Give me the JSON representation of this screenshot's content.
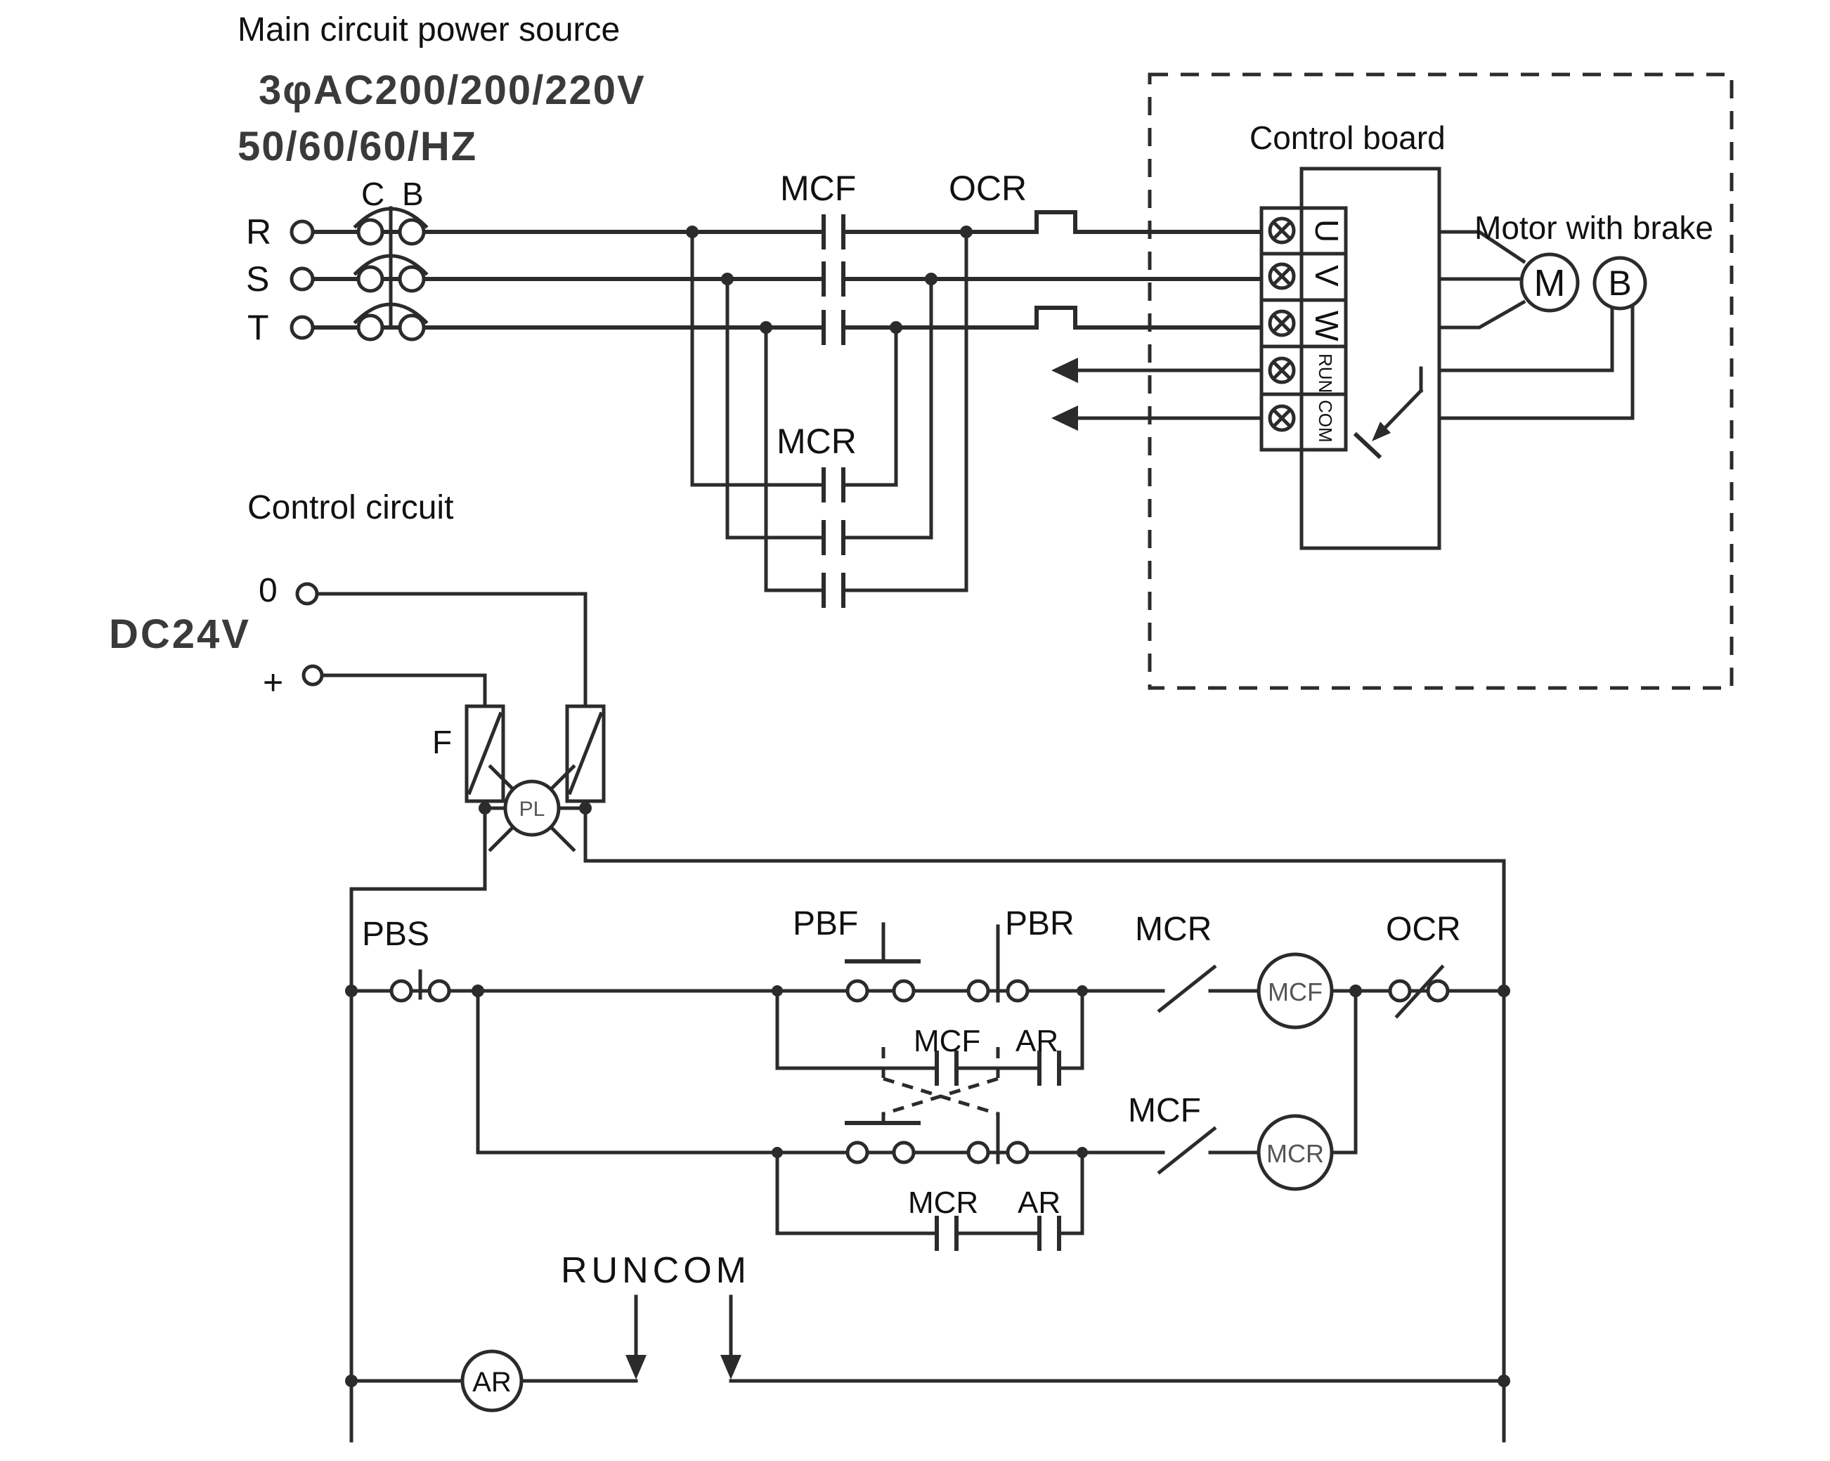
{
  "main_circuit": {
    "title": "Main circuit power source",
    "voltage": "3φAC200/200/220V",
    "frequency": "50/60/60/HZ",
    "breaker_label": "C B",
    "phase_r": "R",
    "phase_s": "S",
    "phase_t": "T",
    "forward_contactor": "MCF",
    "overcurrent_relay": "OCR",
    "reverse_contactor": "MCR"
  },
  "control_board": {
    "title": "Control board",
    "terminal_u": "U",
    "terminal_v": "V",
    "terminal_w": "W",
    "terminal_run": "RUN",
    "terminal_com": "COM"
  },
  "motor": {
    "title": "Motor with brake",
    "motor_label": "M",
    "brake_label": "B"
  },
  "control_circuit": {
    "title": "Control circuit",
    "supply": "DC24V",
    "zero_terminal": "0",
    "plus_terminal": "+",
    "fuse": "F",
    "pilot_lamp": "PL",
    "stop_button": "PBS",
    "forward_button": "PBF",
    "reverse_button": "PBR",
    "rung1_hold_contact": "MCF",
    "rung1_aux_contact": "AR",
    "rung1_interlock": "MCR",
    "rung1_coil": "MCF",
    "rung1_overcurrent": "OCR",
    "rung2_hold_contact": "MCR",
    "rung2_aux_contact": "AR",
    "rung2_interlock": "MCF",
    "rung2_coil": "MCR",
    "run_com": "RUNCOM",
    "aux_relay": "AR"
  },
  "colors": {
    "wire": "#2b2b2b",
    "text": "#111111",
    "heavy_text": "#3a3a3a",
    "background": "#ffffff"
  }
}
